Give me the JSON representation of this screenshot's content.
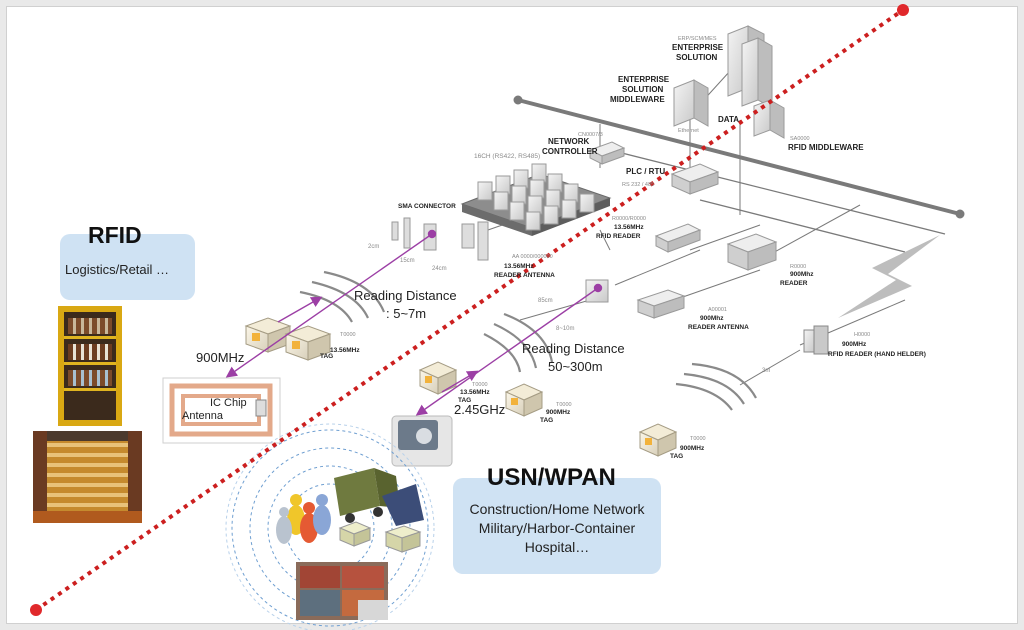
{
  "rfid_panel": {
    "title": "RFID",
    "subtitle": "Logistics/Retail …"
  },
  "usn_panel": {
    "title": "USN/WPAN",
    "lines": [
      "Construction/Home Network",
      "Military/Harbor-Container",
      "Hospital…"
    ]
  },
  "annotations": {
    "reading_distance_1": "Reading Distance",
    "reading_distance_1_value": ": 5~7m",
    "reading_distance_2": "Reading Distance",
    "reading_distance_2_value": "50~300m",
    "freq_900": "900MHz",
    "freq_245": "2.45GHz",
    "ic_chip": "IC Chip",
    "antenna": "Antenna"
  },
  "network_labels": {
    "enterprise_solution": [
      "ENTERPRISE",
      "SOLUTION"
    ],
    "enterprise_solution_small": "ERP/SCM/MES",
    "enterprise_middleware": [
      "ENTERPRISE",
      "SOLUTION",
      "MIDDLEWARE"
    ],
    "data": "DATA",
    "ethernet": "Ethernet",
    "network_controller": [
      "NETWORK",
      "CONTROLLER"
    ],
    "network_controller_small": "CN0007/3",
    "rfid_middleware": "RFID MIDDLEWARE",
    "rfid_middleware_small": "SA0000",
    "plc_rtu": "PLC / RTU",
    "rs_small": "RS 232 / 485",
    "serial_small": "16CH (RS422, RS485)",
    "sma_connector": "SMA CONNECTOR",
    "reader_1356": [
      "13.56MHz",
      "RFID READER"
    ],
    "reader_1356_small": "R0000/R0000",
    "reader_antenna_1356": [
      "13.56MHz",
      "READER ANTENNA"
    ],
    "reader_antenna_1356_small": "AA 0000/000000",
    "reader_900": [
      "900Mhz",
      "READER"
    ],
    "reader_900_small": "R0000",
    "reader_antenna_900": [
      "900Mhz",
      "READER ANTENNA"
    ],
    "reader_antenna_900_small": "A00001",
    "handheld_reader": [
      "900MHz",
      "RFID READER (HAND HELDER)"
    ],
    "handheld_reader_small": "H0000",
    "tag_1356_a": [
      "TAG",
      "13.56MHz"
    ],
    "tag_1356_a_small": "T0000",
    "tag_1356_b": [
      "13.56MHz",
      "TAG"
    ],
    "tag_1356_b_small": "T0000",
    "tag_900_a": [
      "900MHz",
      "TAG"
    ],
    "tag_900_a_small": "T0000",
    "tag_900_b": [
      "900MHz",
      "TAG"
    ],
    "tag_900_b_small": "T0000",
    "dist_2cm": "2cm",
    "dist_15cm": "15cm",
    "dist_24cm": "24cm",
    "dist_85cm": "85cm",
    "dist_8_10m": "8~10m",
    "dist_3m": "3m"
  },
  "colors": {
    "divider": "#cc1f1f",
    "panel": "#cfe2f3",
    "link": "#9c3fa5",
    "trunk": "#7a7a7a"
  },
  "icons": [
    "server-icon",
    "reader-icon",
    "tag-icon",
    "antenna-icon",
    "lightning-icon",
    "people-icon",
    "truck-icon",
    "container-icon"
  ]
}
